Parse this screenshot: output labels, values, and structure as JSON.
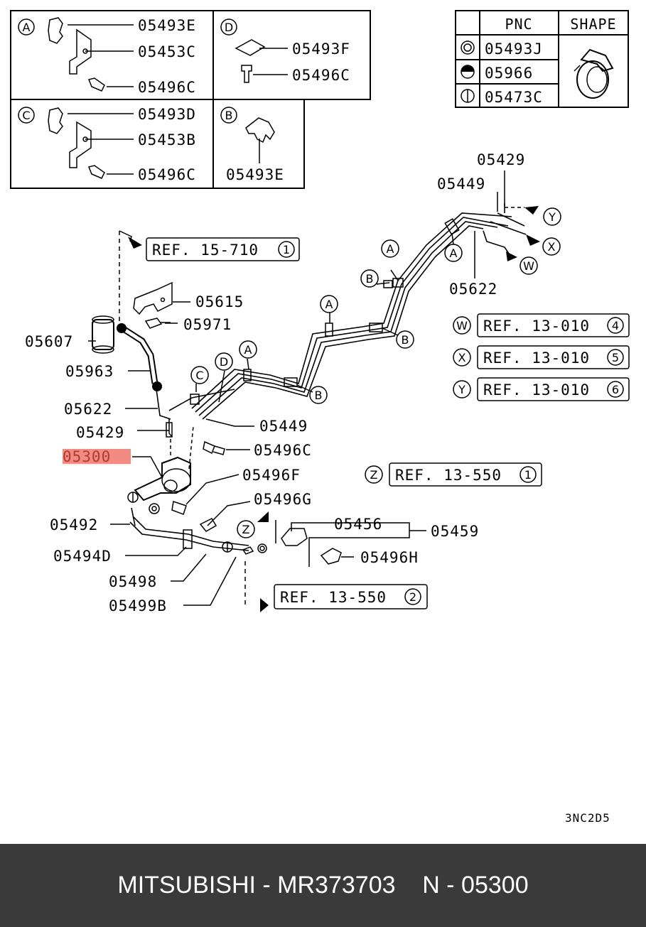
{
  "boxes": {
    "A": {
      "tag": "A",
      "parts": [
        "05493E",
        "05453C",
        "05496C"
      ]
    },
    "D": {
      "tag": "D",
      "parts": [
        "05493F",
        "05496C"
      ]
    },
    "C": {
      "tag": "C",
      "parts": [
        "05493D",
        "05453B",
        "05496C"
      ]
    },
    "B": {
      "tag": "B",
      "parts": [
        "05493E"
      ]
    }
  },
  "pnc_table": {
    "header_pnc": "PNC",
    "header_shape": "SHAPE",
    "rows": [
      "05493J",
      "05966",
      "05473C"
    ]
  },
  "parts": {
    "p05429_top": "05429",
    "p05449_top": "05449",
    "p05622_top": "05622",
    "p05615": "05615",
    "p05971": "05971",
    "p05607": "05607",
    "p05963": "05963",
    "p05622": "05622",
    "p05429": "05429",
    "p05300": "05300",
    "p05449": "05449",
    "p05496C": "05496C",
    "p05496F": "05496F",
    "p05496G": "05496G",
    "p05492": "05492",
    "p05494D": "05494D",
    "p05498": "05498",
    "p05499B": "05499B",
    "p05456": "05456",
    "p05459": "05459",
    "p05496H": "05496H"
  },
  "refs": {
    "ref15": {
      "text": "REF. 15-710",
      "num": "1"
    },
    "refW": {
      "tag": "W",
      "text": "REF. 13-010",
      "num": "4"
    },
    "refX": {
      "tag": "X",
      "text": "REF. 13-010",
      "num": "5"
    },
    "refY": {
      "tag": "Y",
      "text": "REF. 13-010",
      "num": "6"
    },
    "refZ1": {
      "tag": "Z",
      "text": "REF. 13-550",
      "num": "1"
    },
    "refZ2": {
      "text": "REF. 13-550",
      "num": "2"
    }
  },
  "callouts": {
    "A": "A",
    "B": "B",
    "C": "C",
    "D": "D",
    "W": "W",
    "X": "X",
    "Y": "Y",
    "Z": "Z"
  },
  "diagram_code": "3NC2D5",
  "footer": "MITSUBISHI - MR373703    N - 05300",
  "colors": {
    "highlight": "#f28b82",
    "footer_bg": "#3a3a3a"
  }
}
